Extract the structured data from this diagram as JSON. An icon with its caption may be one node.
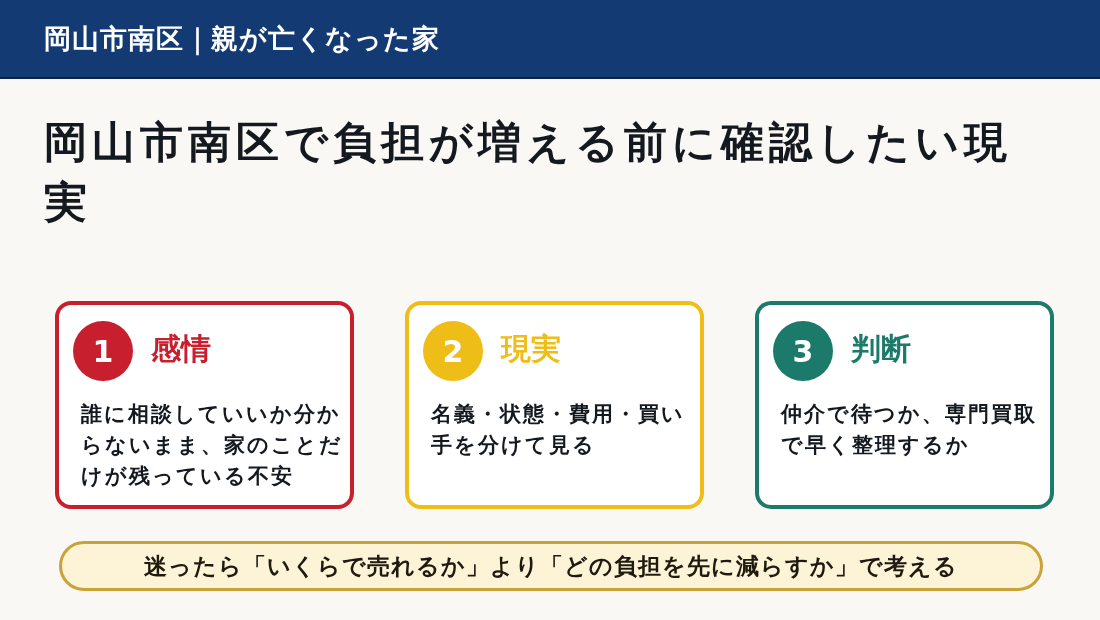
{
  "diagram": {
    "title": "岡山市南区で負担が増える前に確認したい現実",
    "nodes": [
      {
        "text": [
          "岡山市南区｜親が亡くなった家"
        ]
      },
      {
        "text": [
          "感情",
          "誰に相談していいか分からないまま、家のことだけが残っている不安"
        ]
      },
      {
        "text": [
          "1"
        ],
        "in": 1
      },
      {
        "text": [
          "現実",
          "名義・状態・費用・買い手を分けて見る"
        ]
      },
      {
        "text": [
          "2"
        ],
        "in": 3
      },
      {
        "text": [
          "判断",
          "仲介で待つか、専門買取で早く整理するか"
        ]
      },
      {
        "text": [
          "3"
        ],
        "in": 5
      },
      {
        "text": [
          "迷ったら「いくらで売れるか」より「どの負担を先に減らすか」で考える"
        ]
      }
    ]
  }
}
